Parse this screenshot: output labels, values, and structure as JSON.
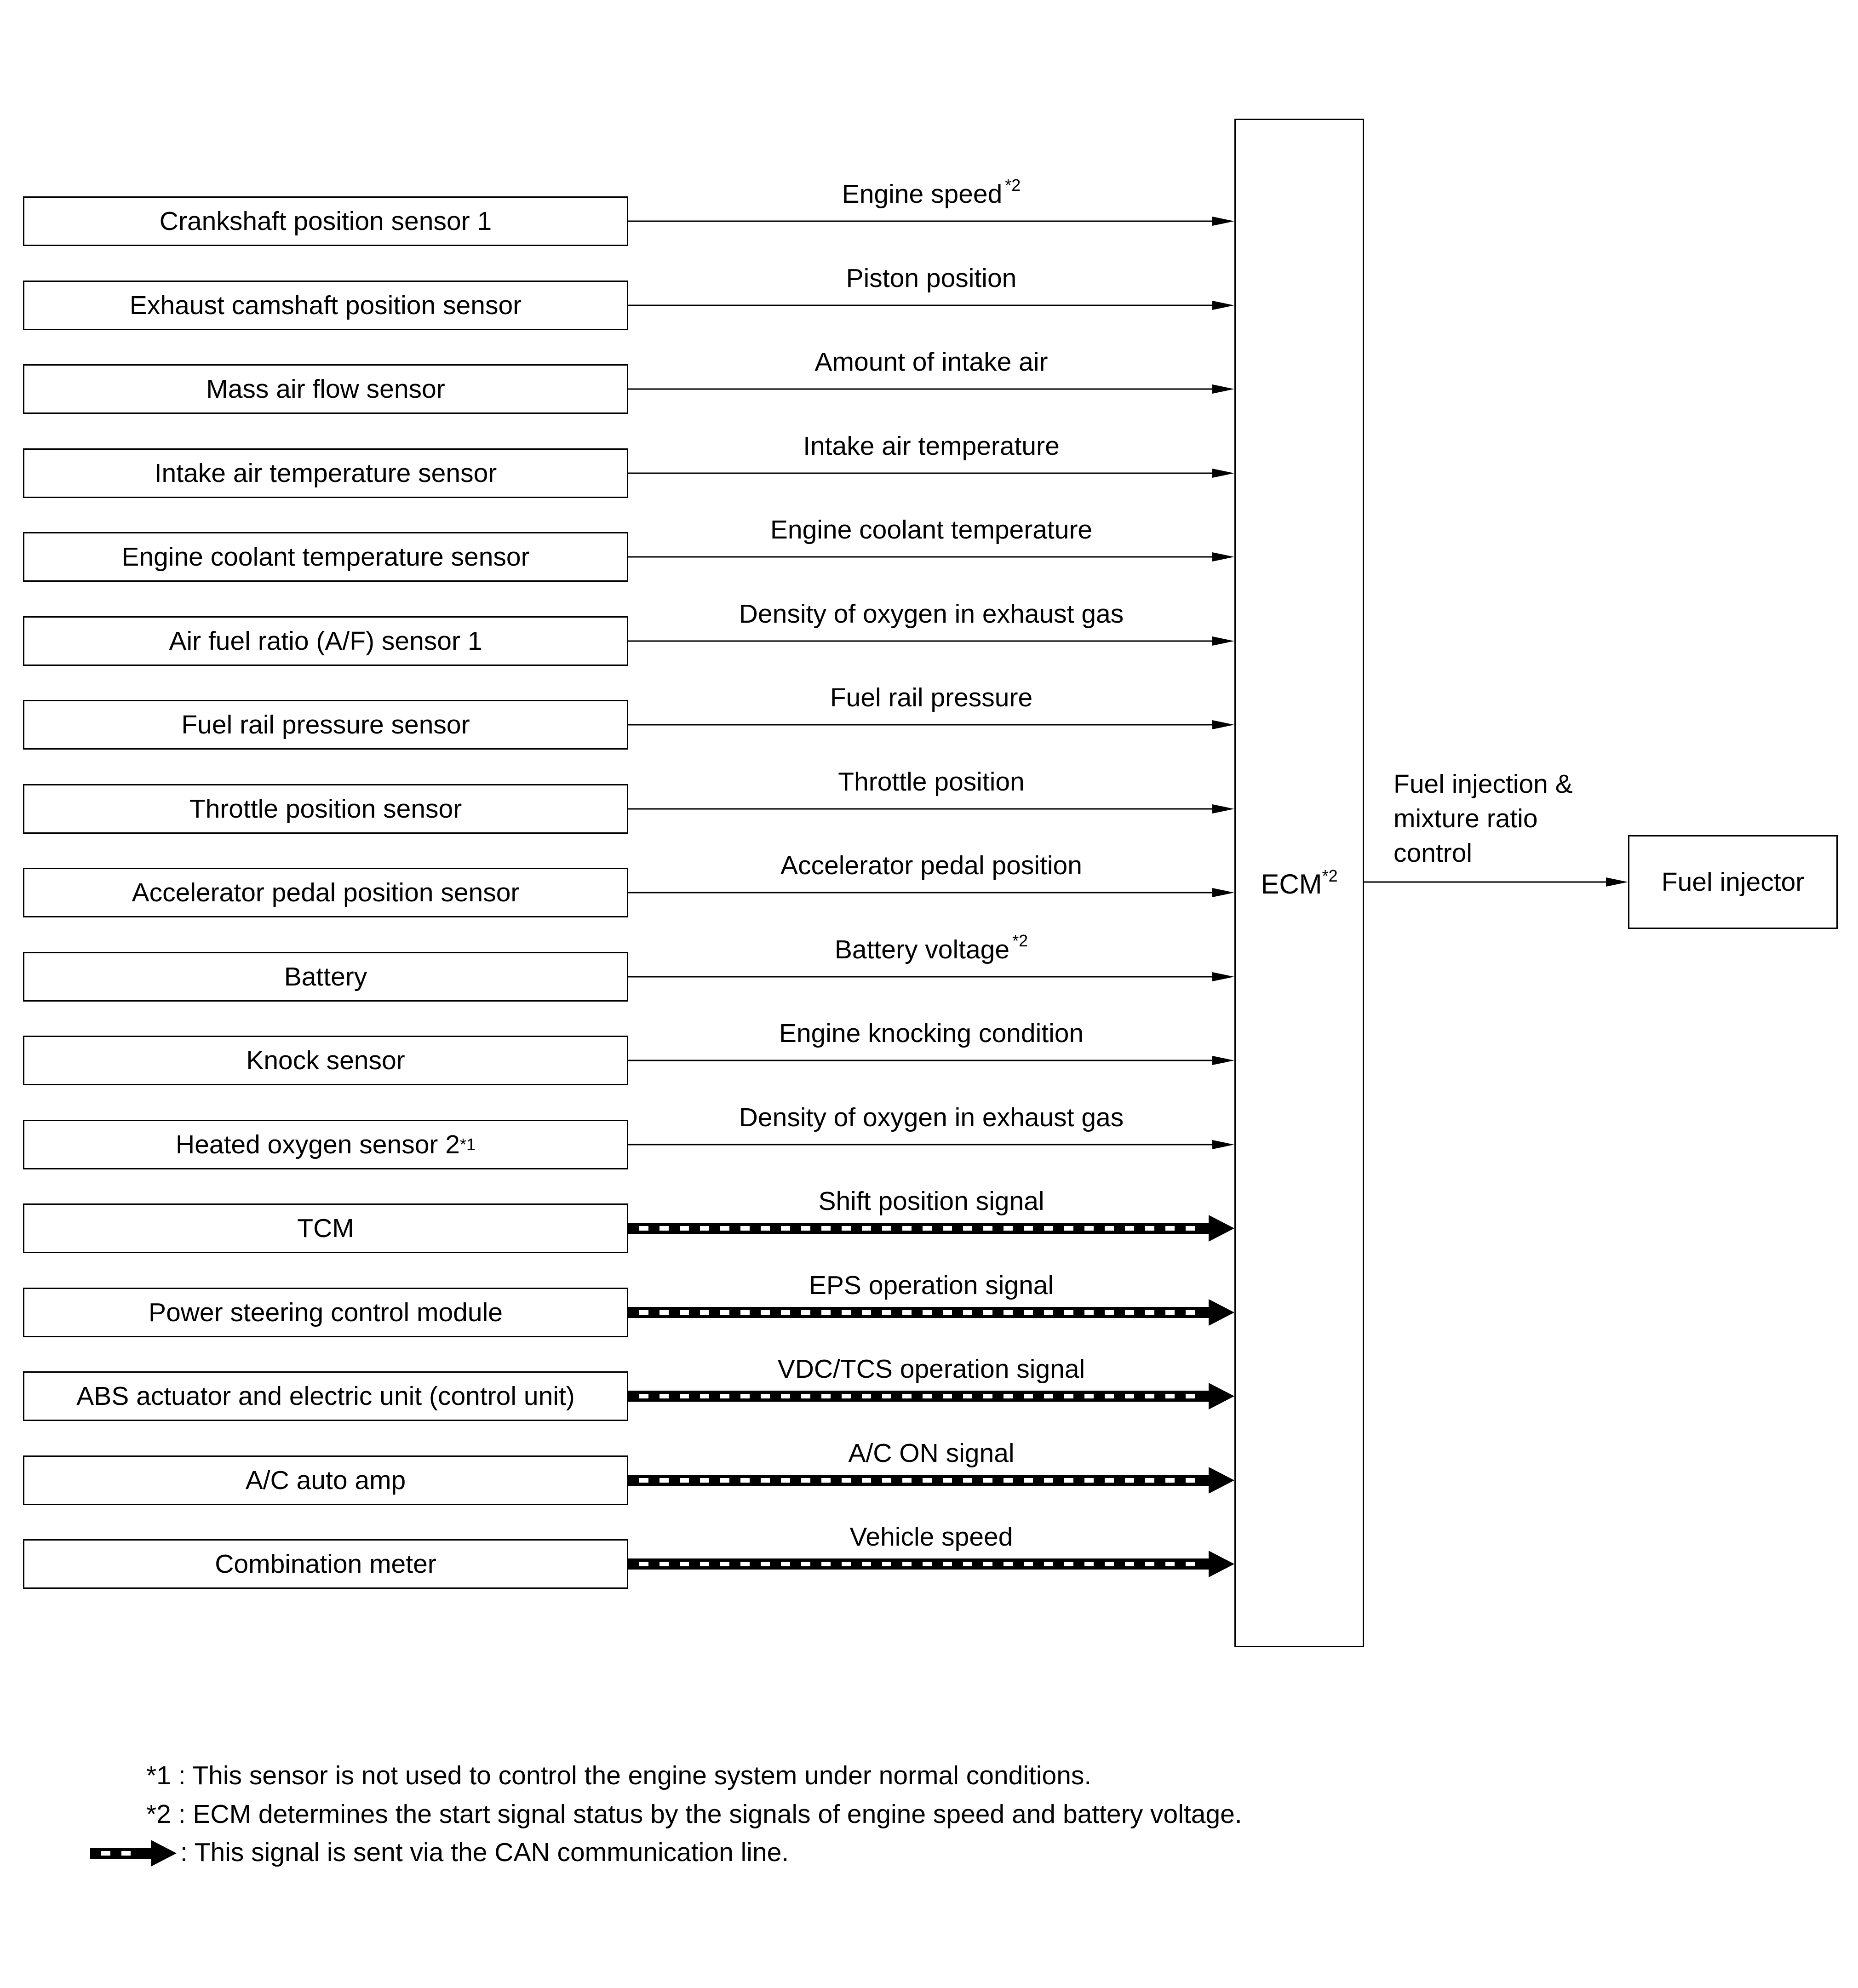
{
  "sensors": [
    {
      "name": "Crankshaft position sensor 1",
      "note": "",
      "signal": "Engine speed",
      "signal_note": "*2",
      "can": false
    },
    {
      "name": "Exhaust camshaft position sensor",
      "note": "",
      "signal": "Piston position",
      "signal_note": "",
      "can": false
    },
    {
      "name": "Mass air flow sensor",
      "note": "",
      "signal": "Amount of intake air",
      "signal_note": "",
      "can": false
    },
    {
      "name": "Intake air temperature sensor",
      "note": "",
      "signal": "Intake air temperature",
      "signal_note": "",
      "can": false
    },
    {
      "name": "Engine coolant temperature sensor",
      "note": "",
      "signal": "Engine coolant temperature",
      "signal_note": "",
      "can": false
    },
    {
      "name": "Air fuel ratio (A/F) sensor 1",
      "note": "",
      "signal": "Density of oxygen in exhaust gas",
      "signal_note": "",
      "can": false
    },
    {
      "name": "Fuel rail pressure sensor",
      "note": "",
      "signal": "Fuel rail pressure",
      "signal_note": "",
      "can": false
    },
    {
      "name": "Throttle position sensor",
      "note": "",
      "signal": "Throttle position",
      "signal_note": "",
      "can": false
    },
    {
      "name": "Accelerator pedal position sensor",
      "note": "",
      "signal": "Accelerator pedal position",
      "signal_note": "",
      "can": false
    },
    {
      "name": "Battery",
      "note": "",
      "signal": "Battery voltage",
      "signal_note": "*2",
      "can": false
    },
    {
      "name": "Knock sensor",
      "note": "",
      "signal": "Engine knocking condition",
      "signal_note": "",
      "can": false
    },
    {
      "name": "Heated oxygen sensor 2",
      "note": "*1",
      "signal": "Density of oxygen in exhaust gas",
      "signal_note": "",
      "can": false
    },
    {
      "name": "TCM",
      "note": "",
      "signal": "Shift position signal",
      "signal_note": "",
      "can": true
    },
    {
      "name": "Power steering control module",
      "note": "",
      "signal": "EPS operation signal",
      "signal_note": "",
      "can": true
    },
    {
      "name": "ABS actuator and electric unit (control unit)",
      "note": "",
      "signal": "VDC/TCS operation signal",
      "signal_note": "",
      "can": true
    },
    {
      "name": "A/C auto amp",
      "note": "",
      "signal": "A/C ON signal",
      "signal_note": "",
      "can": true
    },
    {
      "name": "Combination meter",
      "note": "",
      "signal": "Vehicle speed",
      "signal_note": "",
      "can": true
    }
  ],
  "ecm": {
    "label": "ECM",
    "note": "*2"
  },
  "output": {
    "label_lines": [
      "Fuel injection &",
      "mixture ratio",
      "control"
    ],
    "target": "Fuel injector"
  },
  "footnotes": {
    "note1": "*1 : This sensor is not used to control the engine system under normal conditions.",
    "note2": "*2 : ECM determines the start signal status by the signals of engine speed and battery voltage.",
    "legend": ": This signal is sent via the CAN communication line."
  }
}
